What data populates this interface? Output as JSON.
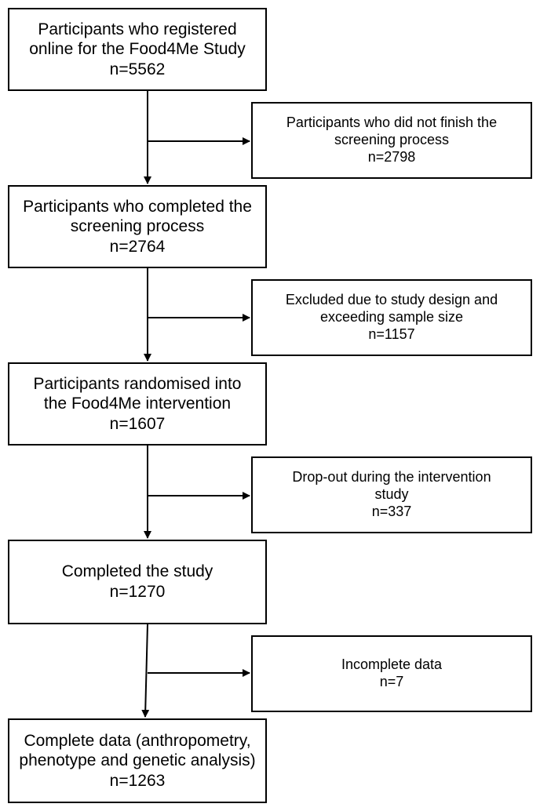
{
  "main_boxes": [
    {
      "lines": [
        "Participants who registered",
        "online for the Food4Me Study",
        "n=5562"
      ]
    },
    {
      "lines": [
        "Participants who completed the",
        "screening process",
        "n=2764"
      ]
    },
    {
      "lines": [
        "Participants randomised into",
        "the Food4Me intervention",
        "n=1607"
      ]
    },
    {
      "lines": [
        "Completed the study",
        "n=1270"
      ]
    },
    {
      "lines": [
        "Complete data (anthropometry,",
        "phenotype and genetic analysis)",
        "n=1263"
      ]
    }
  ],
  "side_boxes": [
    {
      "lines": [
        "Participants who did not finish the",
        "screening process",
        "n=2798"
      ]
    },
    {
      "lines": [
        "Excluded due to study design and",
        "exceeding sample size",
        "n=1157"
      ]
    },
    {
      "lines": [
        "Drop-out during the intervention",
        "study",
        "n=337"
      ]
    },
    {
      "lines": [
        "Incomplete data",
        "n=7"
      ]
    }
  ]
}
